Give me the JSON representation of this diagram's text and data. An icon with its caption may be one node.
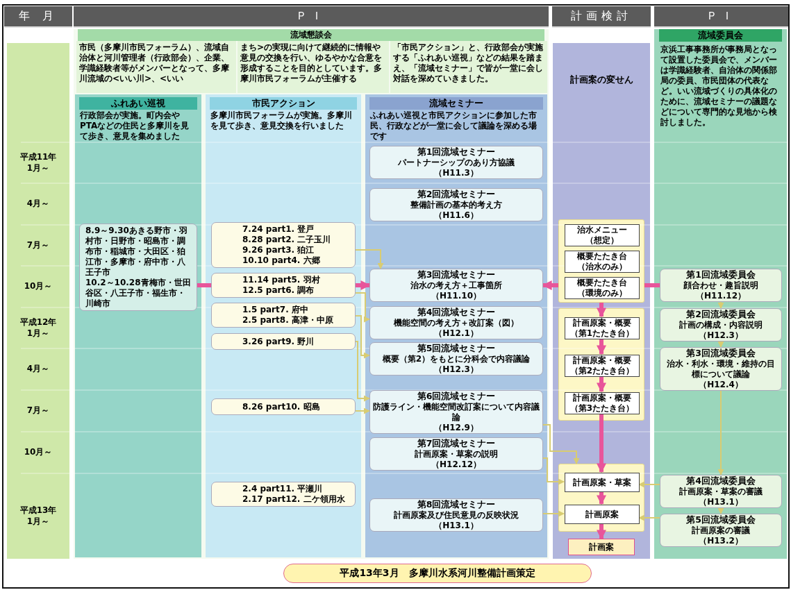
{
  "diagram": {
    "nodes": [
      {
        "text": [
          "流域懇談会",
          "市民（多摩川市民フォーラム）、流域自治体と河川管理者（行政部会）、企業、学識経験者等がメンバーとなって、多摩川流域の<いい川>、<いい",
          "まち>の実現に向けて継続的に情報や意見の交換を行い、ゆるやかな合意を形成することを目的としています。多摩川市民フォーラムが主催する",
          "「市民アクション」と、行政部会が実施する「ふれあい巡視」などの結果を踏まえ、「流域セミナー」で皆が一堂に会し対話を深めていきました。"
        ]
      },
      {
        "text": [
          "ふれあい巡視",
          "行政部会が実施。町内会やPTAなどの住民と多摩川を見て歩き、意見を集めました"
        ],
        "in": 0
      },
      {
        "text": [
          "8.9～9.30あきる野市・羽村市・日野市・昭島市・調布市・稲城市・大田区・狛江市・多摩市・府中市・八王子市",
          "10.2～10.28青梅市・世田谷区・八王子市・福生市・川崎市"
        ],
        "in": 1
      },
      {
        "text": [
          "市民アクション",
          "多摩川市民フォーラムが実施。多摩川を見て歩き、意見交換を行いました"
        ],
        "in": 0
      },
      {
        "text": [
          "7.24 part1. 登戸",
          "8.28 part2. 二子玉川",
          "9.26 part3. 狛江",
          "10.10 part4. 六郷"
        ],
        "in": 3
      },
      {
        "text": [
          "11.14 part5. 羽村",
          "12.5 part6. 調布"
        ],
        "in": 3
      },
      {
        "text": [
          "1.5 part7. 府中",
          "2.5 part8. 高津・中原"
        ],
        "in": 3
      },
      {
        "text": [
          "3.26 part9. 野川"
        ],
        "in": 3
      },
      {
        "text": [
          "8.26 part10. 昭島"
        ],
        "in": 3
      },
      {
        "text": [
          "2.4 part11. 平瀬川",
          "2.17 part12. 二ケ領用水"
        ],
        "in": 3
      },
      {
        "text": [
          "流域セミナー",
          "ふれあい巡視と市民アクションに参加した市民、行政などが一堂に会して議論を深める場です"
        ],
        "in": 0
      },
      {
        "text": [
          "第1回流域セミナー",
          "パートナーシップのあり方協議",
          "（H11.3）"
        ],
        "in": 10
      },
      {
        "text": [
          "第2回流域セミナー",
          "整備計画の基本的考え方",
          "（H11.6）"
        ],
        "in": 10
      },
      {
        "text": [
          "第3回流域セミナー",
          "治水の考え方＋工事箇所",
          "（H11.10）"
        ],
        "in": 10
      },
      {
        "text": [
          "第4回流域セミナー",
          "機能空間の考え方＋改訂案（図）",
          "（H12.1）"
        ],
        "in": 10
      },
      {
        "text": [
          "第5回流域セミナー",
          "概要（第2）をもとに分科会で内容議論",
          "（H12.3）"
        ],
        "in": 10
      },
      {
        "text": [
          "第6回流域セミナー",
          "防護ライン・機能空間改訂案について内容議論",
          "（H12.9）"
        ],
        "in": 10
      },
      {
        "text": [
          "第7回流域セミナー",
          "計画原案・草案の説明",
          "（H12.12）"
        ],
        "in": 10
      },
      {
        "text": [
          "第8回流域セミナー",
          "計画原案及び住民意見の反映状況",
          "（H13.1）"
        ],
        "in": 10
      },
      {
        "text": [
          "計画案の変せん"
        ]
      },
      {
        "text": [],
        "shape": "box",
        "in": 19
      },
      {
        "text": [
          "治水メニュー（想定）"
        ],
        "in": 20
      },
      {
        "text": [
          "概要たたき台（治水のみ）"
        ],
        "in": 20
      },
      {
        "text": [
          "概要たたき台（環境のみ）"
        ],
        "in": 20
      },
      {
        "text": [],
        "shape": "box",
        "in": 19
      },
      {
        "text": [
          "計画原案・概要（第1たたき台）"
        ],
        "in": 24
      },
      {
        "text": [
          "計画原案・概要（第2たたき台）"
        ],
        "in": 24
      },
      {
        "text": [
          "計画原案・概要（第3たたき台）"
        ],
        "in": 24
      },
      {
        "text": [],
        "shape": "box",
        "in": 19
      },
      {
        "text": [
          "計画原案・草案"
        ],
        "in": 28
      },
      {
        "text": [
          "計画原案"
        ],
        "in": 28
      },
      {
        "text": [
          "計画案"
        ],
        "in": 19
      },
      {
        "text": [
          "流域委員会",
          "京浜工事事務所が事務局となって設置した委員会で、メンバーは学識経験者、自治体の関係部局の委員、市民団体の代表など。いい流域づくりの具体化のために、流域セミナーの議題などについて専門的な見地から検討しました。"
        ]
      },
      {
        "text": [
          "第1回流域委員会",
          "顔合わせ・趣旨説明",
          "（H11.12）"
        ],
        "in": 32
      },
      {
        "text": [
          "第2回流域委員会",
          "計画の構成・内容説明",
          "（H12.3）"
        ],
        "in": 32
      },
      {
        "text": [
          "第3回流域委員会",
          "治水・利水・環境・維持の目標について議論",
          "（H12.4）"
        ],
        "in": 32
      },
      {
        "text": [
          "第4回流域委員会",
          "計画原案・草案の審議",
          "（H13.1）"
        ],
        "in": 32
      },
      {
        "text": [
          "第5回流域委員会",
          "計画原案の審議",
          "（H13.2）"
        ],
        "in": 32
      },
      {
        "text": [
          "平成13年3月　多摩川水系河川整備計画策定"
        ]
      }
    ],
    "edges": [
      {
        "from": 2,
        "to": 5,
        "arrow": "none",
        "style": "thick",
        "color": "#e8559a"
      },
      {
        "from": 5,
        "to": 13,
        "arrow": "to",
        "style": "thick",
        "color": "#e8559a"
      },
      {
        "from": 4,
        "to": 13,
        "arrow": "to"
      },
      {
        "from": 5,
        "to": 14,
        "arrow": "to"
      },
      {
        "from": 6,
        "to": 15,
        "arrow": "to"
      },
      {
        "from": 7,
        "to": 16,
        "arrow": "to"
      },
      {
        "from": 8,
        "to": 16,
        "arrow": "to"
      },
      {
        "from": 20,
        "to": 13,
        "arrow": "to",
        "style": "thick",
        "color": "#e8559a"
      },
      {
        "from": 33,
        "to": 20,
        "arrow": "none",
        "style": "thick",
        "color": "#e8559a"
      },
      {
        "from": 20,
        "to": 25,
        "arrow": "to",
        "style": "thick",
        "color": "#e8559a"
      },
      {
        "from": 25,
        "to": 26,
        "arrow": "to",
        "style": "thick",
        "color": "#e8559a"
      },
      {
        "from": 26,
        "to": 27,
        "arrow": "to",
        "style": "thick",
        "color": "#e8559a"
      },
      {
        "from": 27,
        "to": 29,
        "arrow": "to",
        "style": "thick",
        "color": "#e8559a"
      },
      {
        "from": 16,
        "to": 28,
        "arrow": "to"
      },
      {
        "from": 17,
        "to": 29,
        "arrow": "to"
      },
      {
        "from": 29,
        "to": 30,
        "arrow": "to",
        "style": "thick",
        "color": "#e8559a"
      },
      {
        "from": 18,
        "to": 30,
        "arrow": "to"
      },
      {
        "from": 30,
        "to": 31,
        "arrow": "to",
        "style": "thick",
        "color": "#e8559a"
      },
      {
        "from": 33,
        "to": 34,
        "arrow": "to"
      },
      {
        "from": 34,
        "to": 35,
        "arrow": "to"
      },
      {
        "from": 35,
        "to": 36,
        "arrow": "to"
      },
      {
        "from": 36,
        "to": 29,
        "arrow": "to"
      },
      {
        "from": 36,
        "to": 37,
        "arrow": "to"
      },
      {
        "from": 37,
        "to": 30,
        "arrow": "to"
      }
    ],
    "labels": [
      "年 月",
      "ＰＩ",
      "計画検討",
      "ＰＩ",
      "平成11年1月～",
      "4月～",
      "7月～",
      "10月～",
      "平成12年1月～",
      "4月～",
      "7月～",
      "10月～",
      "平成13年1月～"
    ]
  }
}
